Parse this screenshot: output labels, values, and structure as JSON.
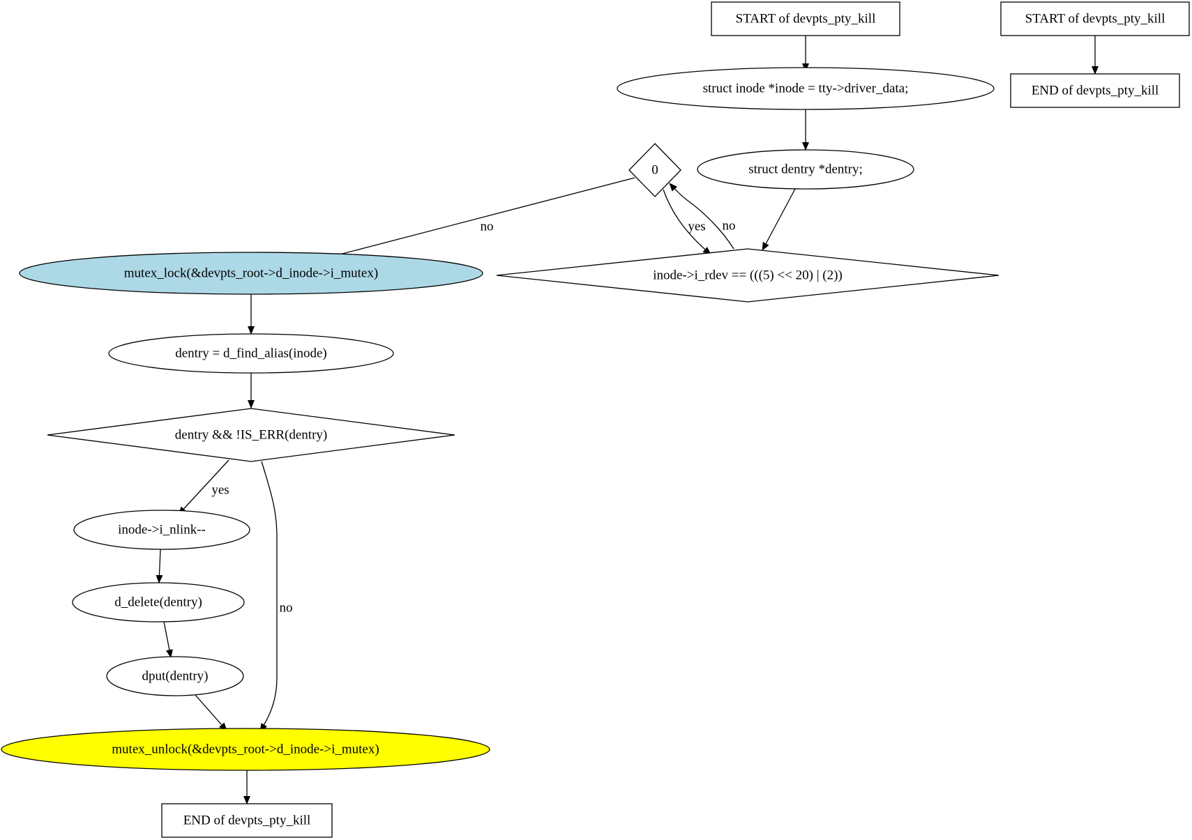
{
  "nodes": {
    "start_main": {
      "label": "START of devpts_pty_kill",
      "shape": "box",
      "fill": "#ffffff"
    },
    "inode_decl": {
      "label": "struct inode *inode = tty->driver_data;",
      "shape": "ellipse",
      "fill": "#ffffff"
    },
    "dentry_decl": {
      "label": "struct dentry *dentry;",
      "shape": "ellipse",
      "fill": "#ffffff"
    },
    "zero_cond": {
      "label": "0",
      "shape": "diamond",
      "fill": "#ffffff"
    },
    "rdev_cond": {
      "label": "inode->i_rdev == (((5) << 20) | (2))",
      "shape": "diamond",
      "fill": "#ffffff"
    },
    "mutex_lock": {
      "label": "mutex_lock(&devpts_root->d_inode->i_mutex)",
      "shape": "ellipse",
      "fill": "#add8e6"
    },
    "find_alias": {
      "label": "dentry = d_find_alias(inode)",
      "shape": "ellipse",
      "fill": "#ffffff"
    },
    "err_cond": {
      "label": "dentry && !IS_ERR(dentry)",
      "shape": "diamond",
      "fill": "#ffffff"
    },
    "nlink": {
      "label": "inode->i_nlink--",
      "shape": "ellipse",
      "fill": "#ffffff"
    },
    "d_delete": {
      "label": "d_delete(dentry)",
      "shape": "ellipse",
      "fill": "#ffffff"
    },
    "dput": {
      "label": "dput(dentry)",
      "shape": "ellipse",
      "fill": "#ffffff"
    },
    "mutex_unlock": {
      "label": "mutex_unlock(&devpts_root->d_inode->i_mutex)",
      "shape": "ellipse",
      "fill": "#ffff00"
    },
    "end_main": {
      "label": "END of devpts_pty_kill",
      "shape": "box",
      "fill": "#ffffff"
    },
    "start_alt": {
      "label": "START of devpts_pty_kill",
      "shape": "box",
      "fill": "#ffffff"
    },
    "end_alt": {
      "label": "END of devpts_pty_kill",
      "shape": "box",
      "fill": "#ffffff"
    }
  },
  "edges": [
    {
      "from": "start_main",
      "to": "inode_decl",
      "label": ""
    },
    {
      "from": "inode_decl",
      "to": "dentry_decl",
      "label": ""
    },
    {
      "from": "dentry_decl",
      "to": "rdev_cond",
      "label": ""
    },
    {
      "from": "rdev_cond",
      "to": "zero_cond",
      "label": "no"
    },
    {
      "from": "zero_cond",
      "to": "rdev_cond",
      "label": "yes"
    },
    {
      "from": "zero_cond",
      "to": "mutex_lock",
      "label": "no"
    },
    {
      "from": "mutex_lock",
      "to": "find_alias",
      "label": ""
    },
    {
      "from": "find_alias",
      "to": "err_cond",
      "label": ""
    },
    {
      "from": "err_cond",
      "to": "nlink",
      "label": "yes"
    },
    {
      "from": "err_cond",
      "to": "mutex_unlock",
      "label": "no"
    },
    {
      "from": "nlink",
      "to": "d_delete",
      "label": ""
    },
    {
      "from": "d_delete",
      "to": "dput",
      "label": ""
    },
    {
      "from": "dput",
      "to": "mutex_unlock",
      "label": ""
    },
    {
      "from": "mutex_unlock",
      "to": "end_main",
      "label": ""
    },
    {
      "from": "start_alt",
      "to": "end_alt",
      "label": ""
    }
  ]
}
